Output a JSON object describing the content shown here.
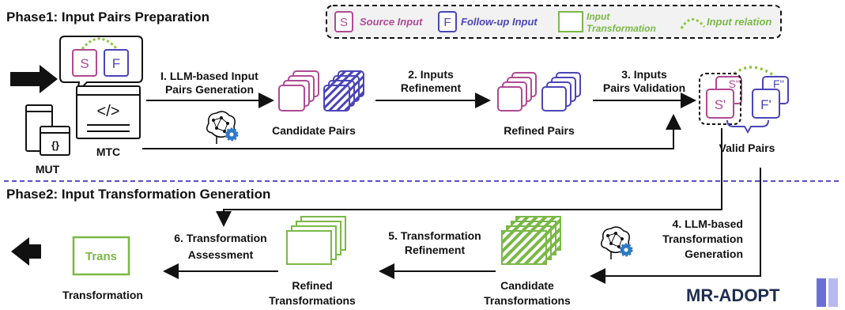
{
  "phase1": {
    "title": "Phase1: Input Pairs Preparation"
  },
  "phase2": {
    "title": "Phase2: Input Transformation Generation"
  },
  "legend": {
    "source_letter": "S",
    "source_label": "Source Input",
    "followup_letter": "F",
    "followup_label": "Follow-up Input",
    "transform_label_line1": "Input",
    "transform_label_line2": "Transformation",
    "relation_label": "Input relation"
  },
  "mtc": {
    "label": "MTC",
    "code_glyph": "</>",
    "bubble_s": "S",
    "bubble_f": "F"
  },
  "mut": {
    "label": "MUT",
    "code_glyph": "{}"
  },
  "steps": {
    "step1_line1": "I. LLM-based Input",
    "step1_line2": "Pairs Generation",
    "step2_line1": "2. Inputs",
    "step2_line2": "Refinement",
    "step3_line1": "3. Inputs",
    "step3_line2": "Pairs Validation",
    "step4_line1": "4. LLM-based",
    "step4_line2": "Transformation",
    "step4_line3": "Generation",
    "step5_line1": "5. Transformation",
    "step5_line2": "Refinement",
    "step6_line1": "6. Transformation",
    "step6_line2": "Assessment"
  },
  "artifacts": {
    "candidate_pairs": "Candidate Pairs",
    "refined_pairs": "Refined Pairs",
    "valid_pairs": "Valid Pairs",
    "valid_s": "S'",
    "valid_f": "F'",
    "valid_s2": "S''",
    "valid_f2": "F''",
    "candidate_trans_line1": "Candidate",
    "candidate_trans_line2": "Transformations",
    "refined_trans_line1": "Refined",
    "refined_trans_line2": "Transformations",
    "trans_box": "Trans",
    "transformation": "Transformation"
  },
  "logo": {
    "text": "MR-ADOPT"
  },
  "colors": {
    "source": "#b04a93",
    "followup": "#4b45b8",
    "transform": "#7ab846",
    "relation": "#8cc63f",
    "divider": "#5b4fc9",
    "text": "#111111",
    "logo": "#1f2d4f"
  }
}
